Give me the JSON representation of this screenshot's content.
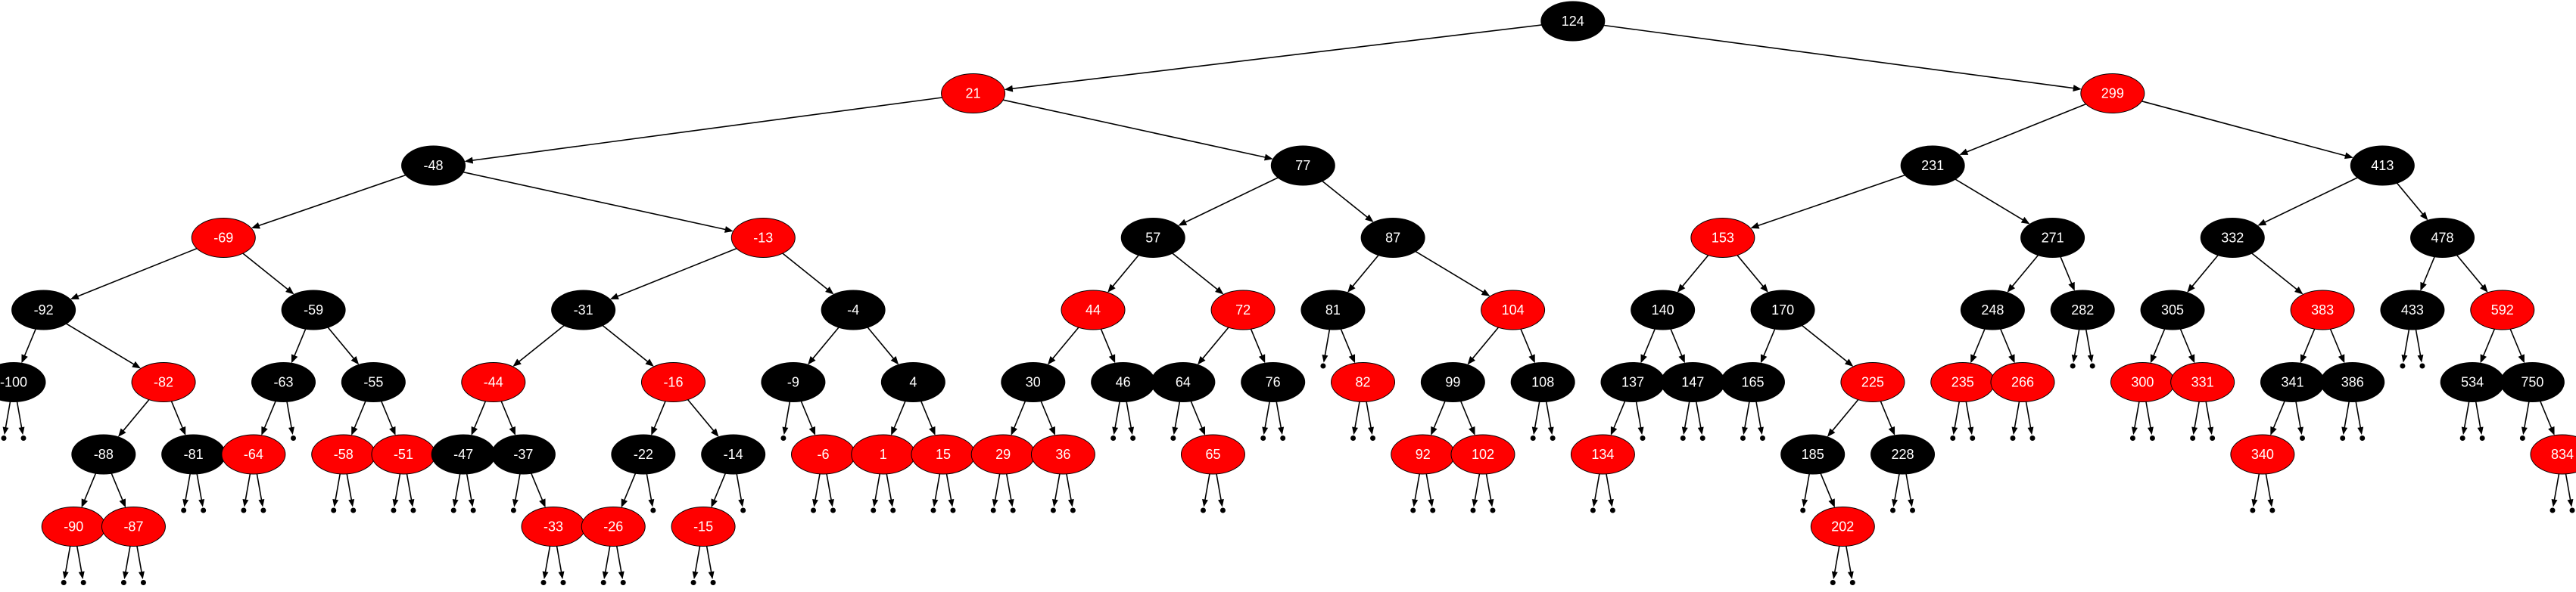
{
  "colors": {
    "black_node": "#000000",
    "red_node": "#ff0000",
    "label": "#ffffff",
    "edge": "#000000",
    "background": "#ffffff"
  },
  "tree": {
    "type": "red-black-tree",
    "root": {
      "k": "124",
      "c": "B",
      "ch": [
        {
          "k": "21",
          "c": "R",
          "ch": [
            {
              "k": "-48",
              "c": "B",
              "ch": [
                {
                  "k": "-69",
                  "c": "R",
                  "ch": [
                    {
                      "k": "-92",
                      "c": "B",
                      "ch": [
                        {
                          "k": "-100",
                          "c": "B",
                          "ch": [
                            null,
                            null
                          ]
                        },
                        {
                          "k": "-82",
                          "c": "R",
                          "ch": [
                            {
                              "k": "-88",
                              "c": "B",
                              "ch": [
                                {
                                  "k": "-90",
                                  "c": "R",
                                  "ch": [
                                    null,
                                    null
                                  ]
                                },
                                {
                                  "k": "-87",
                                  "c": "R",
                                  "ch": [
                                    null,
                                    null
                                  ]
                                }
                              ]
                            },
                            {
                              "k": "-81",
                              "c": "B",
                              "ch": [
                                null,
                                null
                              ]
                            }
                          ]
                        }
                      ]
                    },
                    {
                      "k": "-59",
                      "c": "B",
                      "ch": [
                        {
                          "k": "-63",
                          "c": "B",
                          "ch": [
                            {
                              "k": "-64",
                              "c": "R",
                              "ch": [
                                null,
                                null
                              ]
                            },
                            null
                          ]
                        },
                        {
                          "k": "-55",
                          "c": "B",
                          "ch": [
                            {
                              "k": "-58",
                              "c": "R",
                              "ch": [
                                null,
                                null
                              ]
                            },
                            {
                              "k": "-51",
                              "c": "R",
                              "ch": [
                                null,
                                null
                              ]
                            }
                          ]
                        }
                      ]
                    }
                  ]
                },
                {
                  "k": "-13",
                  "c": "R",
                  "ch": [
                    {
                      "k": "-31",
                      "c": "B",
                      "ch": [
                        {
                          "k": "-44",
                          "c": "R",
                          "ch": [
                            {
                              "k": "-47",
                              "c": "B",
                              "ch": [
                                null,
                                null
                              ]
                            },
                            {
                              "k": "-37",
                              "c": "B",
                              "ch": [
                                null,
                                {
                                  "k": "-33",
                                  "c": "R",
                                  "ch": [
                                    null,
                                    null
                                  ]
                                }
                              ]
                            }
                          ]
                        },
                        {
                          "k": "-16",
                          "c": "R",
                          "ch": [
                            {
                              "k": "-22",
                              "c": "B",
                              "ch": [
                                {
                                  "k": "-26",
                                  "c": "R",
                                  "ch": [
                                    null,
                                    null
                                  ]
                                },
                                null
                              ]
                            },
                            {
                              "k": "-14",
                              "c": "B",
                              "ch": [
                                {
                                  "k": "-15",
                                  "c": "R",
                                  "ch": [
                                    null,
                                    null
                                  ]
                                },
                                null
                              ]
                            }
                          ]
                        }
                      ]
                    },
                    {
                      "k": "-4",
                      "c": "B",
                      "ch": [
                        {
                          "k": "-9",
                          "c": "B",
                          "ch": [
                            null,
                            {
                              "k": "-6",
                              "c": "R",
                              "ch": [
                                null,
                                null
                              ]
                            }
                          ]
                        },
                        {
                          "k": "4",
                          "c": "B",
                          "ch": [
                            {
                              "k": "1",
                              "c": "R",
                              "ch": [
                                null,
                                null
                              ]
                            },
                            {
                              "k": "15",
                              "c": "R",
                              "ch": [
                                null,
                                null
                              ]
                            }
                          ]
                        }
                      ]
                    }
                  ]
                }
              ]
            },
            {
              "k": "77",
              "c": "B",
              "ch": [
                {
                  "k": "57",
                  "c": "B",
                  "ch": [
                    {
                      "k": "44",
                      "c": "R",
                      "ch": [
                        {
                          "k": "30",
                          "c": "B",
                          "ch": [
                            {
                              "k": "29",
                              "c": "R",
                              "ch": [
                                null,
                                null
                              ]
                            },
                            {
                              "k": "36",
                              "c": "R",
                              "ch": [
                                null,
                                null
                              ]
                            }
                          ]
                        },
                        {
                          "k": "46",
                          "c": "B",
                          "ch": [
                            null,
                            null
                          ]
                        }
                      ]
                    },
                    {
                      "k": "72",
                      "c": "R",
                      "ch": [
                        {
                          "k": "64",
                          "c": "B",
                          "ch": [
                            null,
                            {
                              "k": "65",
                              "c": "R",
                              "ch": [
                                null,
                                null
                              ]
                            }
                          ]
                        },
                        {
                          "k": "76",
                          "c": "B",
                          "ch": [
                            null,
                            null
                          ]
                        }
                      ]
                    }
                  ]
                },
                {
                  "k": "87",
                  "c": "B",
                  "ch": [
                    {
                      "k": "81",
                      "c": "B",
                      "ch": [
                        null,
                        {
                          "k": "82",
                          "c": "R",
                          "ch": [
                            null,
                            null
                          ]
                        }
                      ]
                    },
                    {
                      "k": "104",
                      "c": "R",
                      "ch": [
                        {
                          "k": "99",
                          "c": "B",
                          "ch": [
                            {
                              "k": "92",
                              "c": "R",
                              "ch": [
                                null,
                                null
                              ]
                            },
                            {
                              "k": "102",
                              "c": "R",
                              "ch": [
                                null,
                                null
                              ]
                            }
                          ]
                        },
                        {
                          "k": "108",
                          "c": "B",
                          "ch": [
                            null,
                            null
                          ]
                        }
                      ]
                    }
                  ]
                }
              ]
            }
          ]
        },
        {
          "k": "299",
          "c": "R",
          "ch": [
            {
              "k": "231",
              "c": "B",
              "ch": [
                {
                  "k": "153",
                  "c": "R",
                  "ch": [
                    {
                      "k": "140",
                      "c": "B",
                      "ch": [
                        {
                          "k": "137",
                          "c": "B",
                          "ch": [
                            {
                              "k": "134",
                              "c": "R",
                              "ch": [
                                null,
                                null
                              ]
                            },
                            null
                          ]
                        },
                        {
                          "k": "147",
                          "c": "B",
                          "ch": [
                            null,
                            null
                          ]
                        }
                      ]
                    },
                    {
                      "k": "170",
                      "c": "B",
                      "ch": [
                        {
                          "k": "165",
                          "c": "B",
                          "ch": [
                            null,
                            null
                          ]
                        },
                        {
                          "k": "225",
                          "c": "R",
                          "ch": [
                            {
                              "k": "185",
                              "c": "B",
                              "ch": [
                                null,
                                {
                                  "k": "202",
                                  "c": "R",
                                  "ch": [
                                    null,
                                    null
                                  ]
                                }
                              ]
                            },
                            {
                              "k": "228",
                              "c": "B",
                              "ch": [
                                null,
                                null
                              ]
                            }
                          ]
                        }
                      ]
                    }
                  ]
                },
                {
                  "k": "271",
                  "c": "B",
                  "ch": [
                    {
                      "k": "248",
                      "c": "B",
                      "ch": [
                        {
                          "k": "235",
                          "c": "R",
                          "ch": [
                            null,
                            null
                          ]
                        },
                        {
                          "k": "266",
                          "c": "R",
                          "ch": [
                            null,
                            null
                          ]
                        }
                      ]
                    },
                    {
                      "k": "282",
                      "c": "B",
                      "ch": [
                        null,
                        null
                      ]
                    }
                  ]
                }
              ]
            },
            {
              "k": "413",
              "c": "B",
              "ch": [
                {
                  "k": "332",
                  "c": "B",
                  "ch": [
                    {
                      "k": "305",
                      "c": "B",
                      "ch": [
                        {
                          "k": "300",
                          "c": "R",
                          "ch": [
                            null,
                            null
                          ]
                        },
                        {
                          "k": "331",
                          "c": "R",
                          "ch": [
                            null,
                            null
                          ]
                        }
                      ]
                    },
                    {
                      "k": "383",
                      "c": "R",
                      "ch": [
                        {
                          "k": "341",
                          "c": "B",
                          "ch": [
                            {
                              "k": "340",
                              "c": "R",
                              "ch": [
                                null,
                                null
                              ]
                            },
                            null
                          ]
                        },
                        {
                          "k": "386",
                          "c": "B",
                          "ch": [
                            null,
                            null
                          ]
                        }
                      ]
                    }
                  ]
                },
                {
                  "k": "478",
                  "c": "B",
                  "ch": [
                    {
                      "k": "433",
                      "c": "B",
                      "ch": [
                        null,
                        null
                      ]
                    },
                    {
                      "k": "592",
                      "c": "R",
                      "ch": [
                        {
                          "k": "534",
                          "c": "B",
                          "ch": [
                            null,
                            null
                          ]
                        },
                        {
                          "k": "750",
                          "c": "B",
                          "ch": [
                            null,
                            {
                              "k": "834",
                              "c": "R",
                              "ch": [
                                null,
                                null
                              ]
                            }
                          ]
                        }
                      ]
                    }
                  ]
                }
              ]
            }
          ]
        }
      ]
    }
  }
}
